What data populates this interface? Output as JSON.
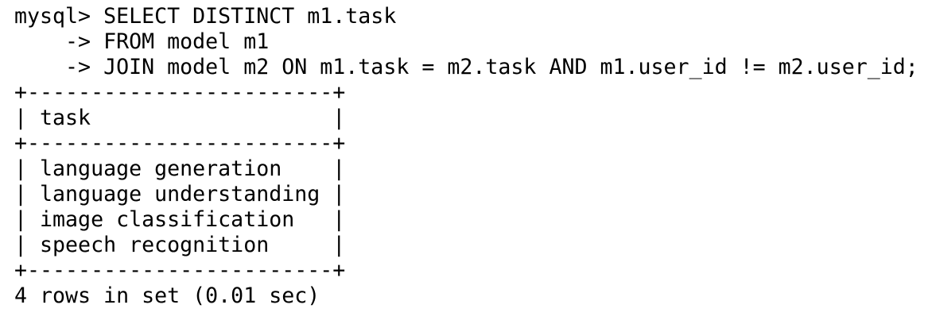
{
  "query": {
    "lines": [
      "mysql> SELECT DISTINCT m1.task",
      "    -> FROM model m1",
      "    -> JOIN model m2 ON m1.task = m2.task AND m1.user_id != m2.user_id;"
    ]
  },
  "result": {
    "border": "+------------------------+",
    "header_row": "| task                   |",
    "rows": [
      "| language generation    |",
      "| language understanding |",
      "| image classification   |",
      "| speech recognition     |"
    ],
    "footer": "4 rows in set (0.01 sec)"
  }
}
